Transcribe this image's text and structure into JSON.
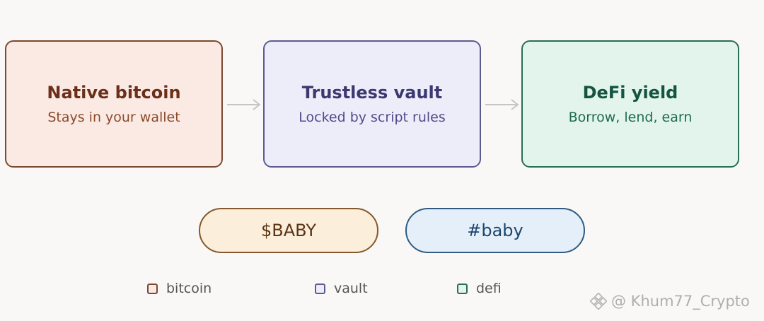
{
  "cards": [
    {
      "title": "Native bitcoin",
      "subtitle": "Stays in your wallet"
    },
    {
      "title": "Trustless vault",
      "subtitle": "Locked by script rules"
    },
    {
      "title": "DeFi yield",
      "subtitle": "Borrow, lend, earn"
    }
  ],
  "pills": [
    {
      "label": "$BABY"
    },
    {
      "label": "#baby"
    }
  ],
  "legend": [
    {
      "label": "bitcoin",
      "color": "#fbeae4",
      "border": "#7a4a2e"
    },
    {
      "label": "vault",
      "color": "#ededfa",
      "border": "#5d5a92"
    },
    {
      "label": "defi",
      "color": "#e2f4ec",
      "border": "#2a6e57"
    }
  ],
  "watermark": {
    "text": "@ Khum77_Crypto"
  },
  "colors": {
    "background": "#f9f8f6",
    "arrow": "#c5c5c5"
  }
}
